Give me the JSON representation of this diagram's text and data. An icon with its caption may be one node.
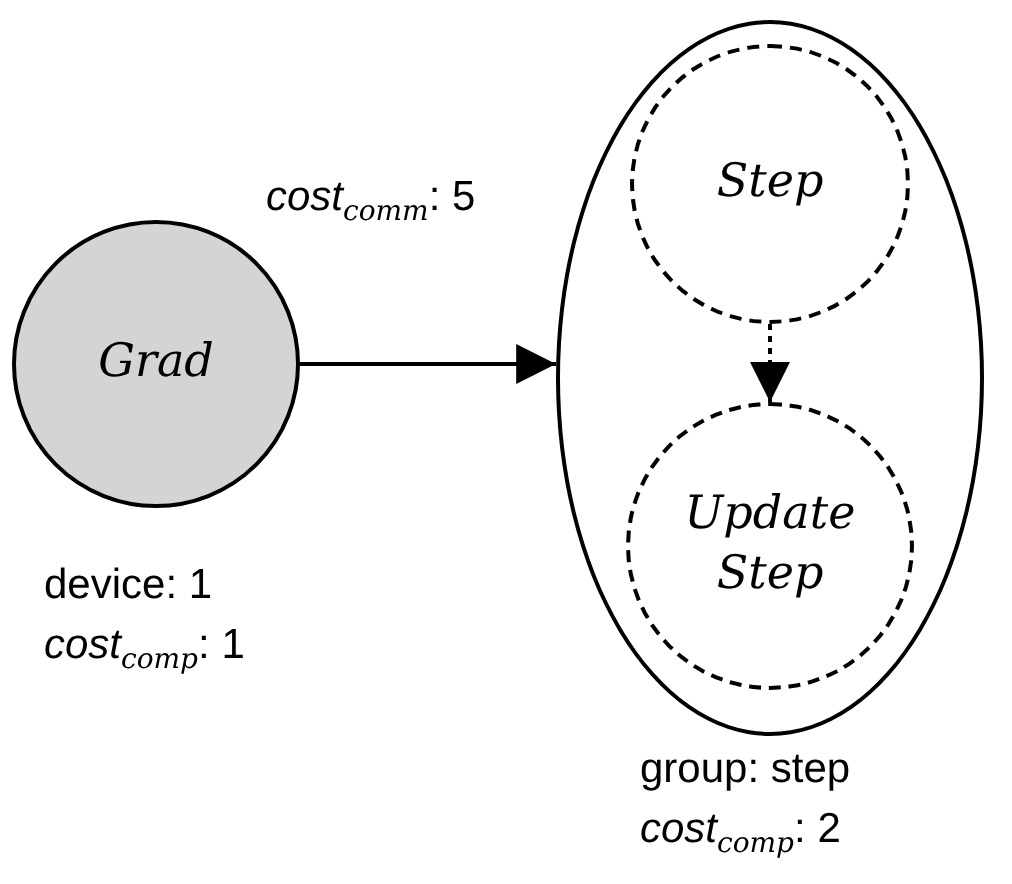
{
  "diagram": {
    "nodes": [
      {
        "text": [
          "Grad"
        ],
        "beside": [
          "device: 1",
          "*cost*$_{comp}$: 1"
        ]
      },
      {
        "text": [],
        "shape": "ellipse",
        "beside": [
          "group: step",
          "*cost*$_{comp}$: 2"
        ]
      },
      {
        "text": [
          "Step"
        ],
        "in": 1
      },
      {
        "text": [
          "Update Step"
        ],
        "in": 1
      }
    ],
    "edges": [
      {
        "from": 0,
        "to": 1,
        "arrow": "to",
        "label": "*cost*$_{comm}$: 5"
      },
      {
        "from": 2,
        "to": 3,
        "arrow": "to",
        "style": "dashed"
      }
    ]
  }
}
